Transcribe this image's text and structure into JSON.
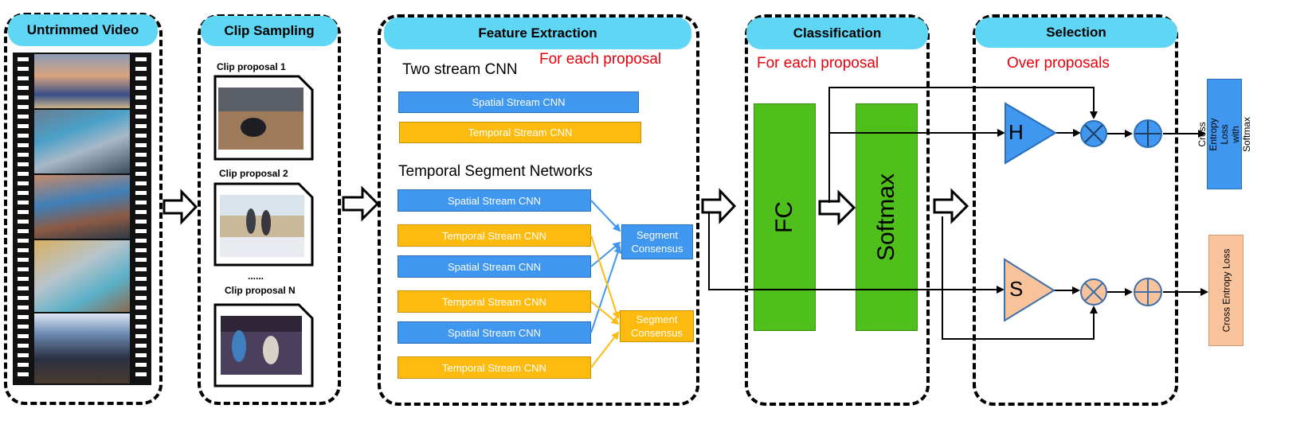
{
  "stages": {
    "untrimmed": {
      "title": "Untrimmed Video"
    },
    "clip_sampling": {
      "title": "Clip Sampling",
      "proposals": [
        "Clip proposal 1",
        "Clip proposal 2",
        "Clip proposal N"
      ],
      "ellipsis": "......"
    },
    "feature_extraction": {
      "title": "Feature Extraction",
      "note": "For each proposal",
      "two_stream_title": "Two stream CNN",
      "two_stream": [
        "Spatial Stream CNN",
        "Temporal Stream CNN"
      ],
      "tsn_title": "Temporal Segment Networks",
      "tsn": [
        "Spatial Stream CNN",
        "Temporal Stream CNN",
        "Spatial Stream CNN",
        "Temporal Stream CNN",
        "Spatial Stream CNN",
        "Temporal Stream CNN"
      ],
      "consensus": [
        "Segment Consensus",
        "Segment Consensus"
      ]
    },
    "classification": {
      "title": "Classification",
      "note": "For each proposal",
      "fc": "FC",
      "softmax": "Softmax"
    },
    "selection": {
      "title": "Selection",
      "note": "Over proposals",
      "h": "H",
      "s": "S"
    }
  },
  "losses": {
    "top": "Cross Entropy Loss with Softmax",
    "bottom": "Cross Entropy Loss"
  },
  "colors": {
    "header": "#5ed6f4",
    "spatial": "#3f97f0",
    "temporal": "#fdbb10",
    "green": "#4fbf1c",
    "note_red": "#e8000b",
    "h_blue": "#3f97f0",
    "s_peach": "#f8c39b",
    "blue_arrow": "#3f97f0",
    "yellow_arrow": "#fdbb10"
  }
}
